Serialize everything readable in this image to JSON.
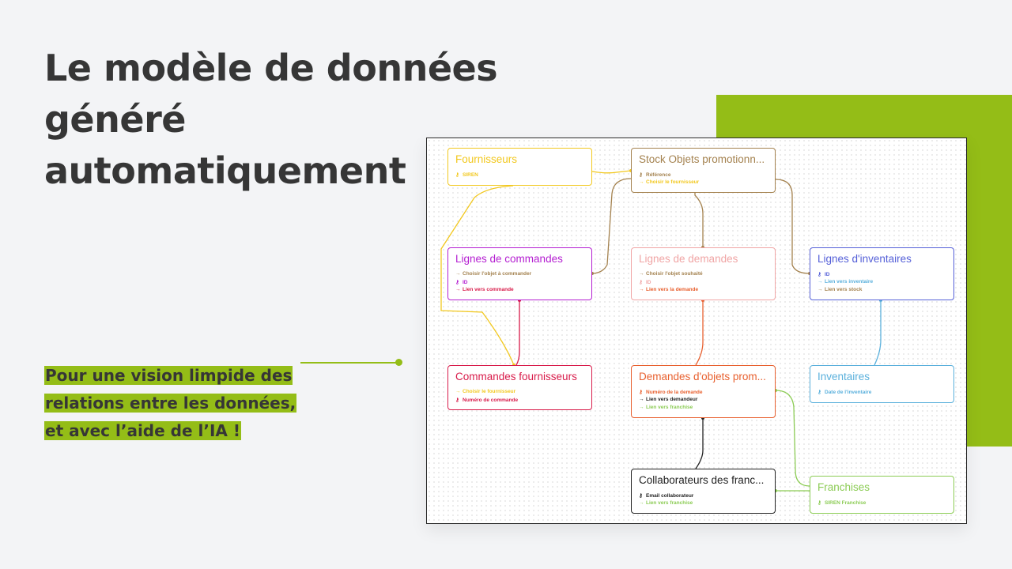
{
  "slide": {
    "title_lines": [
      "Le modèle de données",
      "généré",
      "automatiquement"
    ],
    "subtitle_lines": [
      "Pour une vision limpide des",
      "relations entre les données,",
      "et avec l’aide de l’IA !"
    ],
    "accent_color": "#94bd17",
    "text_color": "#363636"
  },
  "diagram": {
    "tables": [
      {
        "name": "Fournisseurs",
        "color": "#f2c81f",
        "fields": [
          {
            "icon": "key-icon",
            "label": "SIREN"
          }
        ]
      },
      {
        "name": "Stock Objets promotionn...",
        "color": "#a4824f",
        "fields": [
          {
            "icon": "key-icon",
            "label": "Référence"
          },
          {
            "icon": "arrow-icon",
            "label": "Choisir le fournisseur",
            "color": "#f2c81f"
          }
        ]
      },
      {
        "name": "Lignes de commandes",
        "color": "#b41ed1",
        "fields": [
          {
            "icon": "arrow-icon",
            "label": "Choisir l'objet à commander",
            "color": "#a4824f"
          },
          {
            "icon": "key-icon",
            "label": "ID"
          },
          {
            "icon": "arrow-icon",
            "label": "Lien vers commande",
            "color": "#d81b4a"
          }
        ]
      },
      {
        "name": "Lignes de demandes",
        "color": "#f0a5a5",
        "fields": [
          {
            "icon": "arrow-icon",
            "label": "Choisir l'objet souhaité",
            "color": "#a4824f"
          },
          {
            "icon": "key-icon",
            "label": "ID"
          },
          {
            "icon": "arrow-icon",
            "label": "Lien vers la demande",
            "color": "#e8602f"
          }
        ]
      },
      {
        "name": "Lignes d'inventaires",
        "color": "#5560d8",
        "fields": [
          {
            "icon": "key-icon",
            "label": "ID"
          },
          {
            "icon": "arrow-icon",
            "label": "Lien vers inventaire",
            "color": "#5ab0dc"
          },
          {
            "icon": "arrow-icon",
            "label": "Lien vers stock",
            "color": "#a4824f"
          }
        ]
      },
      {
        "name": "Commandes fournisseurs",
        "color": "#d81b4a",
        "fields": [
          {
            "icon": "arrow-icon",
            "label": "Choisir le fournisseur",
            "color": "#f2c81f"
          },
          {
            "icon": "key-icon",
            "label": "Numéro de commande"
          }
        ]
      },
      {
        "name": "Demandes d'objets prom...",
        "color": "#e8602f",
        "fields": [
          {
            "icon": "key-icon",
            "label": "Numéro de la demande"
          },
          {
            "icon": "arrow-icon",
            "label": "Lien vers demandeur",
            "color": "#222222"
          },
          {
            "icon": "arrow-icon",
            "label": "Lien vers franchise",
            "color": "#8ccc55"
          }
        ]
      },
      {
        "name": "Inventaires",
        "color": "#5ab0dc",
        "fields": [
          {
            "icon": "key-icon",
            "label": "Date de l'inventaire"
          }
        ]
      },
      {
        "name": "Collaborateurs des franc...",
        "color": "#222222",
        "fields": [
          {
            "icon": "key-icon",
            "label": "Email collaborateur"
          },
          {
            "icon": "arrow-icon",
            "label": "Lien vers franchise",
            "color": "#8ccc55"
          }
        ]
      },
      {
        "name": "Franchises",
        "color": "#8ccc55",
        "fields": [
          {
            "icon": "key-icon",
            "label": "SIREN Franchise"
          }
        ]
      }
    ],
    "relations": [
      {
        "from": "Stock Objets promotionn...",
        "to": "Fournisseurs",
        "color": "#f2c81f"
      },
      {
        "from": "Lignes de commandes",
        "to": "Stock Objets promotionn...",
        "color": "#a4824f"
      },
      {
        "from": "Lignes de demandes",
        "to": "Stock Objets promotionn...",
        "color": "#a4824f"
      },
      {
        "from": "Lignes d'inventaires",
        "to": "Stock Objets promotionn...",
        "color": "#a4824f"
      },
      {
        "from": "Commandes fournisseurs",
        "to": "Fournisseurs",
        "color": "#f2c81f"
      },
      {
        "from": "Lignes de commandes",
        "to": "Commandes fournisseurs",
        "color": "#d81b4a"
      },
      {
        "from": "Lignes de demandes",
        "to": "Demandes d'objets prom...",
        "color": "#e8602f"
      },
      {
        "from": "Lignes d'inventaires",
        "to": "Inventaires",
        "color": "#5ab0dc"
      },
      {
        "from": "Demandes d'objets prom...",
        "to": "Collaborateurs des franc...",
        "color": "#222222"
      },
      {
        "from": "Demandes d'objets prom...",
        "to": "Franchises",
        "color": "#8ccc55"
      },
      {
        "from": "Collaborateurs des franc...",
        "to": "Franchises",
        "color": "#8ccc55"
      }
    ]
  }
}
